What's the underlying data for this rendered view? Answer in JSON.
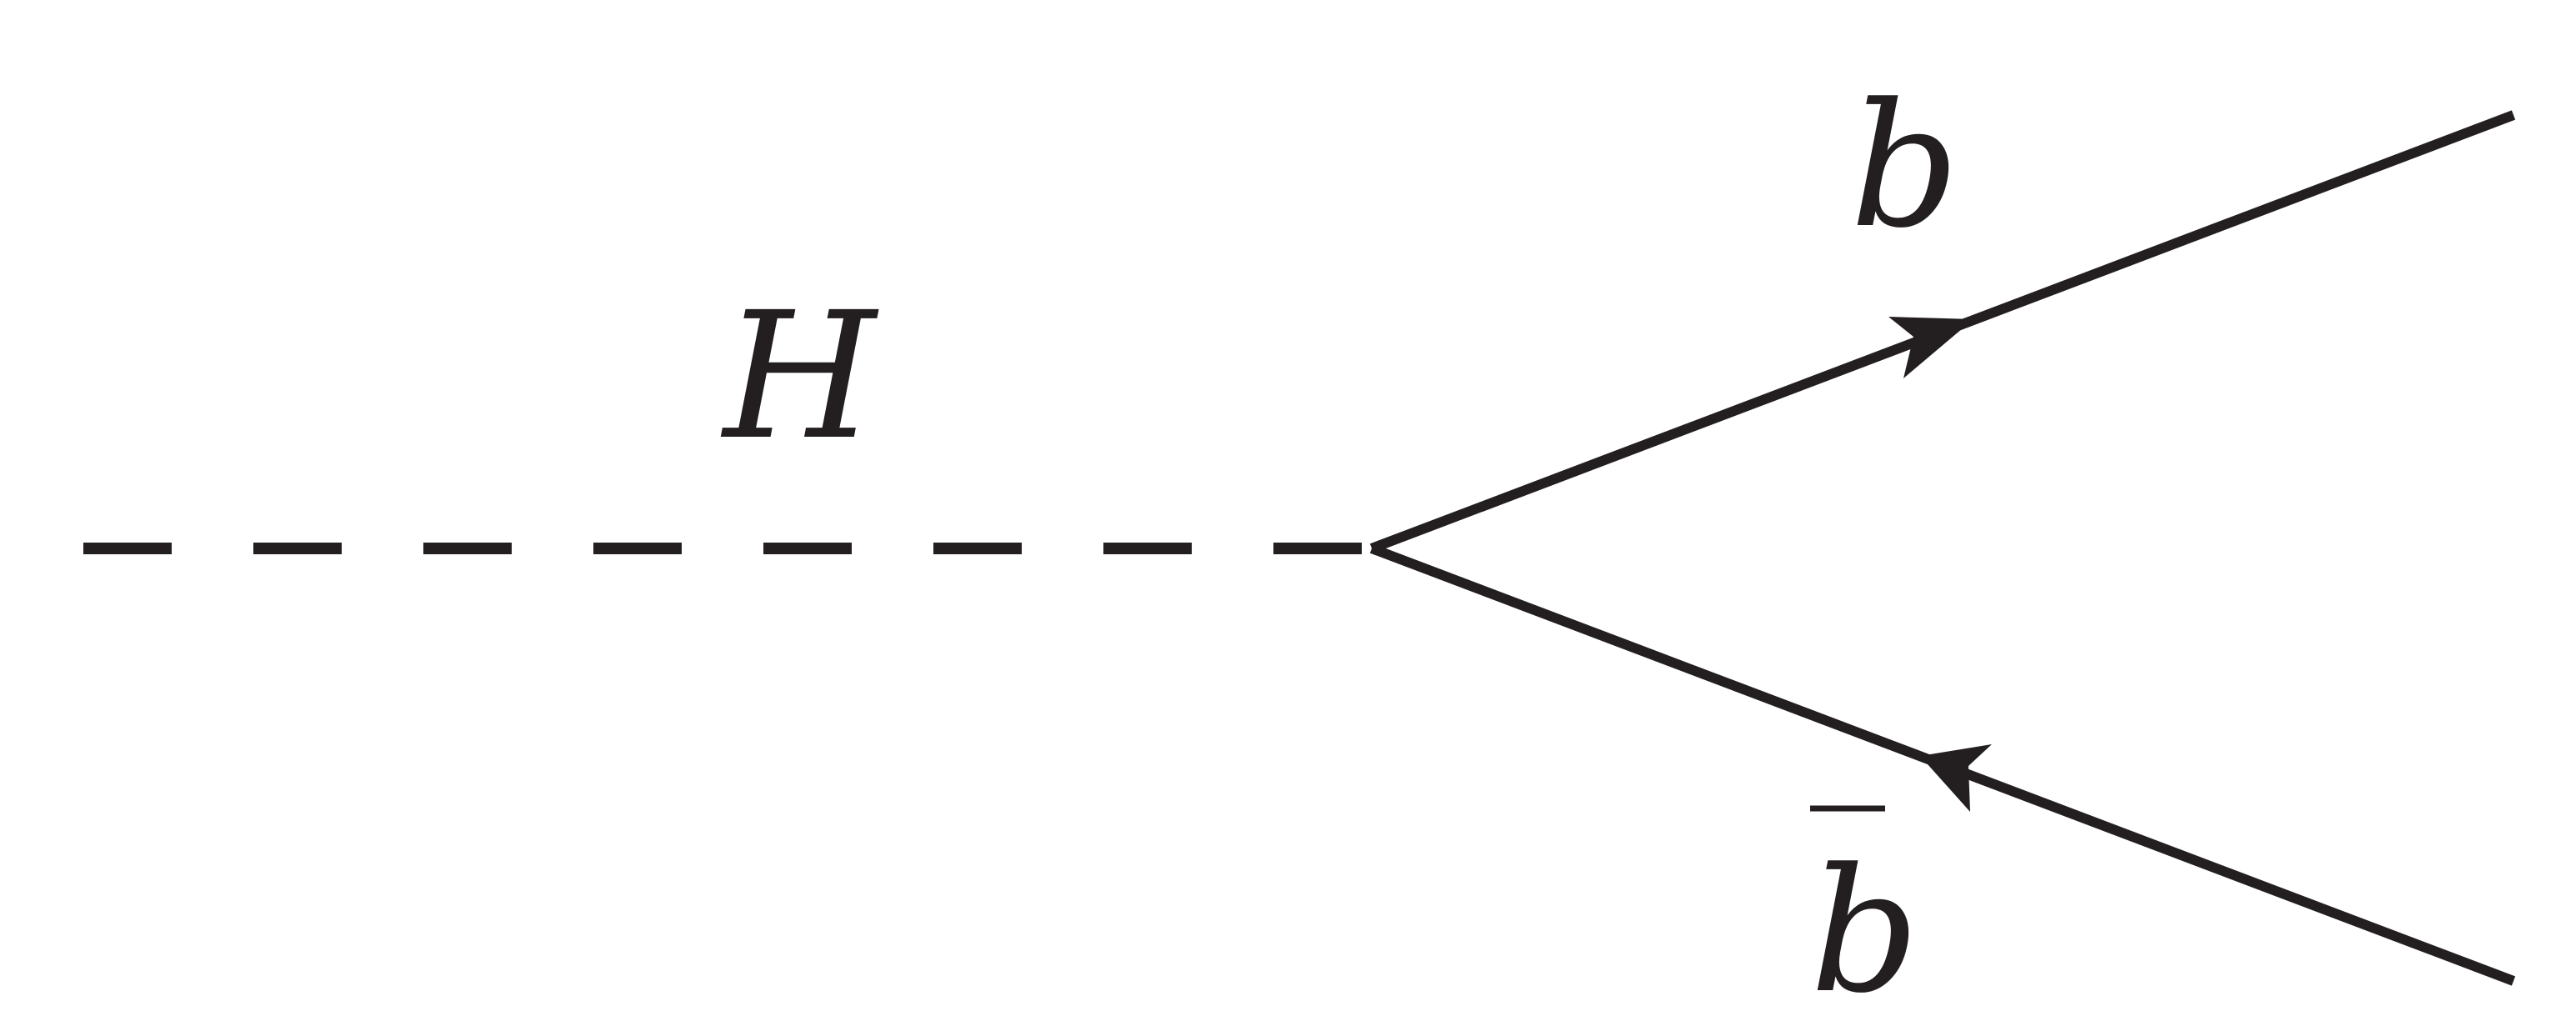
{
  "diagram": {
    "type": "feynman-diagram",
    "line_color": "#231f20",
    "background": "#ffffff",
    "labels": {
      "higgs": "H",
      "quark": "b",
      "antiquark": "b"
    },
    "antiquark_has_overbar": true,
    "propagators": {
      "higgs": "dashed",
      "quark": "fermion-outgoing",
      "antiquark": "fermion-incoming"
    }
  }
}
